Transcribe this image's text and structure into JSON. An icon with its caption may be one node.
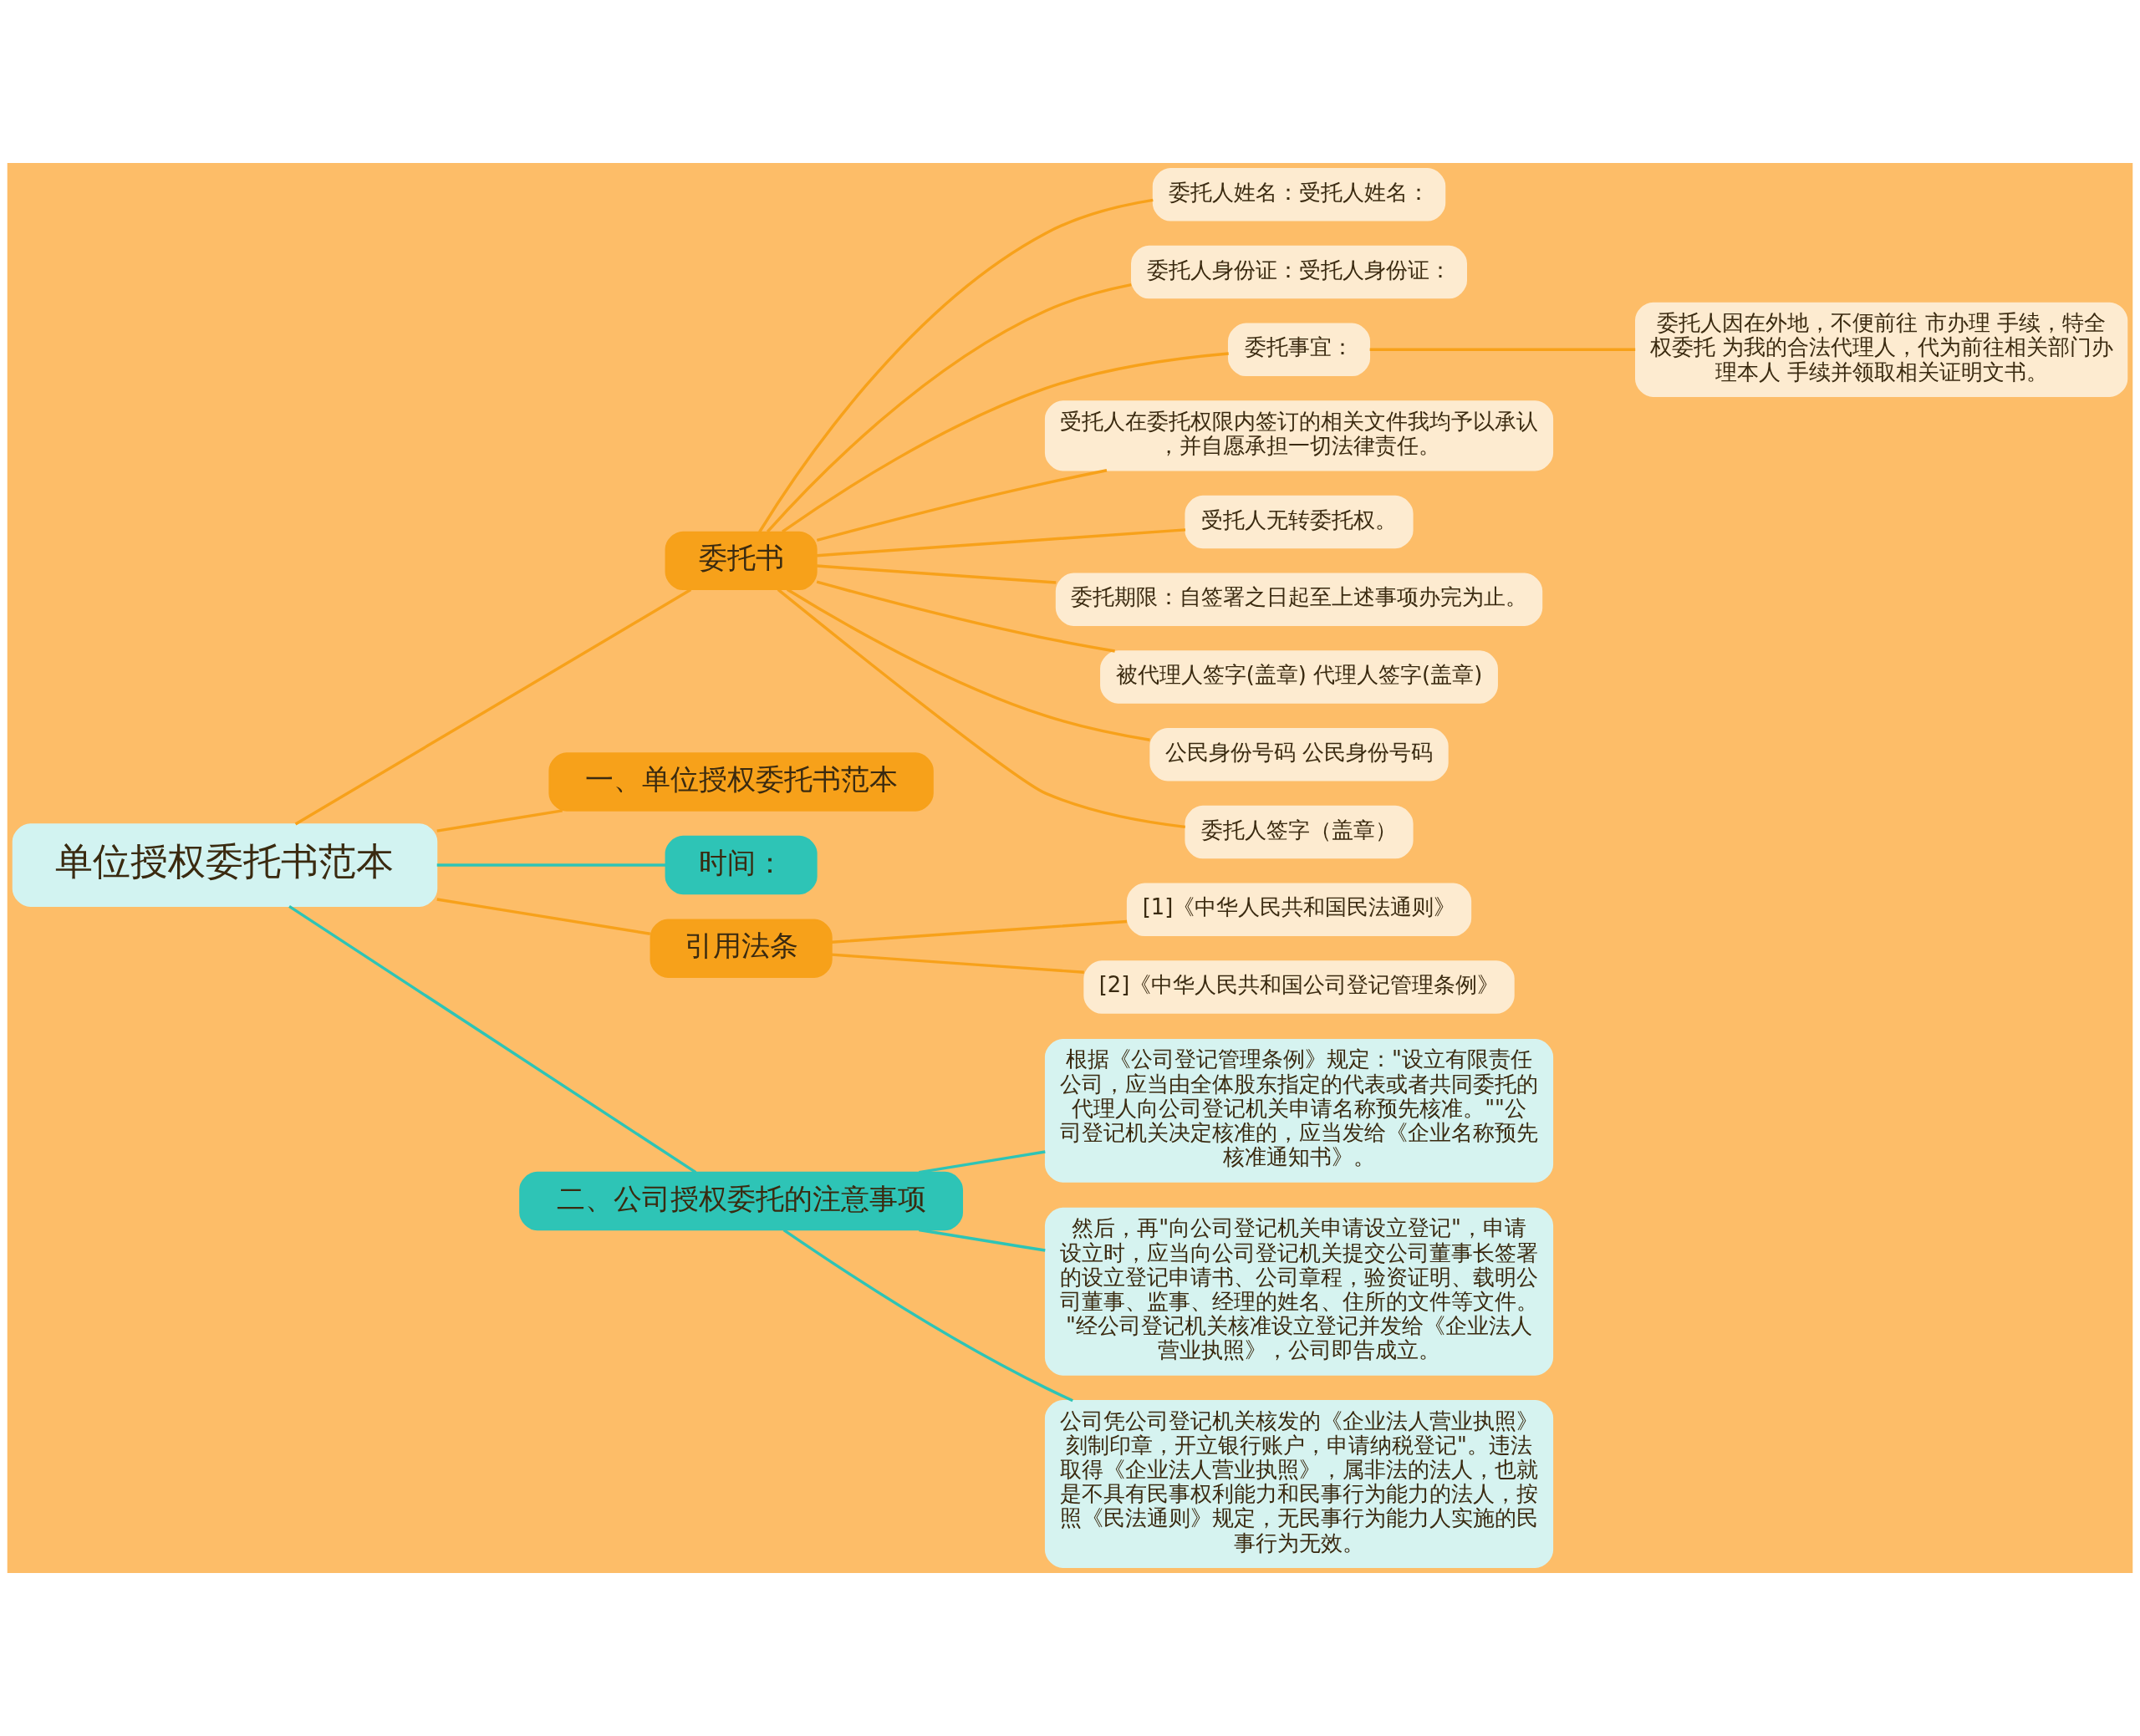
{
  "diagram": {
    "nodes": [
      {
        "text": [
          "单位授权委托书范本"
        ]
      },
      {
        "text": [
          "委托书"
        ]
      },
      {
        "text": [
          "委托人姓名：受托人姓名："
        ]
      },
      {
        "text": [
          "委托人身份证：受托人身份证："
        ]
      },
      {
        "text": [
          "委托事宜："
        ]
      },
      {
        "text": [
          "委托人因在外地，不便前往 市办理 手续，特全权委托 为我的合法代理人，代为前往相关部门办理本人 手续并领取相关证明文书。"
        ]
      },
      {
        "text": [
          "受托人在委托权限内签订的相关文件我均予以承认，并自愿承担一切法律责任。"
        ]
      },
      {
        "text": [
          "受托人无转委托权。"
        ]
      },
      {
        "text": [
          "委托期限：自签署之日起至上述事项办完为止。"
        ]
      },
      {
        "text": [
          "被代理人签字(盖章) 代理人签字(盖章)"
        ]
      },
      {
        "text": [
          "公民身份号码 公民身份号码"
        ]
      },
      {
        "text": [
          "委托人签字（盖章）"
        ]
      },
      {
        "text": [
          "一、单位授权委托书范本"
        ]
      },
      {
        "text": [
          "时间："
        ]
      },
      {
        "text": [
          "引用法条"
        ]
      },
      {
        "text": [
          "[1]《中华人民共和国民法通则》"
        ]
      },
      {
        "text": [
          "[2]《中华人民共和国公司登记管理条例》"
        ]
      },
      {
        "text": [
          "二、公司授权委托的注意事项"
        ]
      },
      {
        "text": [
          "根据《公司登记管理条例》规定：\"设立有限责任公司，应当由全体股东指定的代表或者共同委托的代理人向公司登记机关申请名称预先核准。\"\"公司登记机关决定核准的，应当发给《企业名称预先核准通知书》。"
        ]
      },
      {
        "text": [
          "然后，再\"向公司登记机关申请设立登记\"，申请设立时，应当向公司登记机关提交公司董事长签署的设立登记申请书、公司章程，验资证明、载明公司董事、监事、经理的姓名、住所的文件等文件。\"经公司登记机关核准设立登记并发给《企业法人营业执照》，公司即告成立。"
        ]
      },
      {
        "text": [
          "公司凭公司登记机关核发的《企业法人营业执照》刻制印章，开立银行账户，申请纳税登记\"。违法取得《企业法人营业执照》，属非法的法人，也就是不具有民事权利能力和民事行为能力的法人，按照《民法通则》规定，无民事行为能力人实施的民事行为无效。"
        ]
      }
    ],
    "edges": [
      {
        "from": 0,
        "to": 1,
        "arrow": "none"
      },
      {
        "from": 1,
        "to": 2,
        "arrow": "none"
      },
      {
        "from": 1,
        "to": 3,
        "arrow": "none"
      },
      {
        "from": 1,
        "to": 4,
        "arrow": "none"
      },
      {
        "from": 4,
        "to": 5,
        "arrow": "none"
      },
      {
        "from": 1,
        "to": 6,
        "arrow": "none"
      },
      {
        "from": 1,
        "to": 7,
        "arrow": "none"
      },
      {
        "from": 1,
        "to": 8,
        "arrow": "none"
      },
      {
        "from": 1,
        "to": 9,
        "arrow": "none"
      },
      {
        "from": 1,
        "to": 10,
        "arrow": "none"
      },
      {
        "from": 1,
        "to": 11,
        "arrow": "none"
      },
      {
        "from": 0,
        "to": 12,
        "arrow": "none"
      },
      {
        "from": 0,
        "to": 13,
        "arrow": "none",
        "color": "#2ec4b6"
      },
      {
        "from": 0,
        "to": 14,
        "arrow": "none"
      },
      {
        "from": 14,
        "to": 15,
        "arrow": "none"
      },
      {
        "from": 14,
        "to": 16,
        "arrow": "none"
      },
      {
        "from": 0,
        "to": 17,
        "arrow": "none",
        "color": "#2ec4b6"
      },
      {
        "from": 17,
        "to": 18,
        "arrow": "none",
        "color": "#2ec4b6"
      },
      {
        "from": 17,
        "to": 19,
        "arrow": "none",
        "color": "#2ec4b6"
      },
      {
        "from": 17,
        "to": 20,
        "arrow": "none",
        "color": "#2ec4b6"
      }
    ]
  }
}
